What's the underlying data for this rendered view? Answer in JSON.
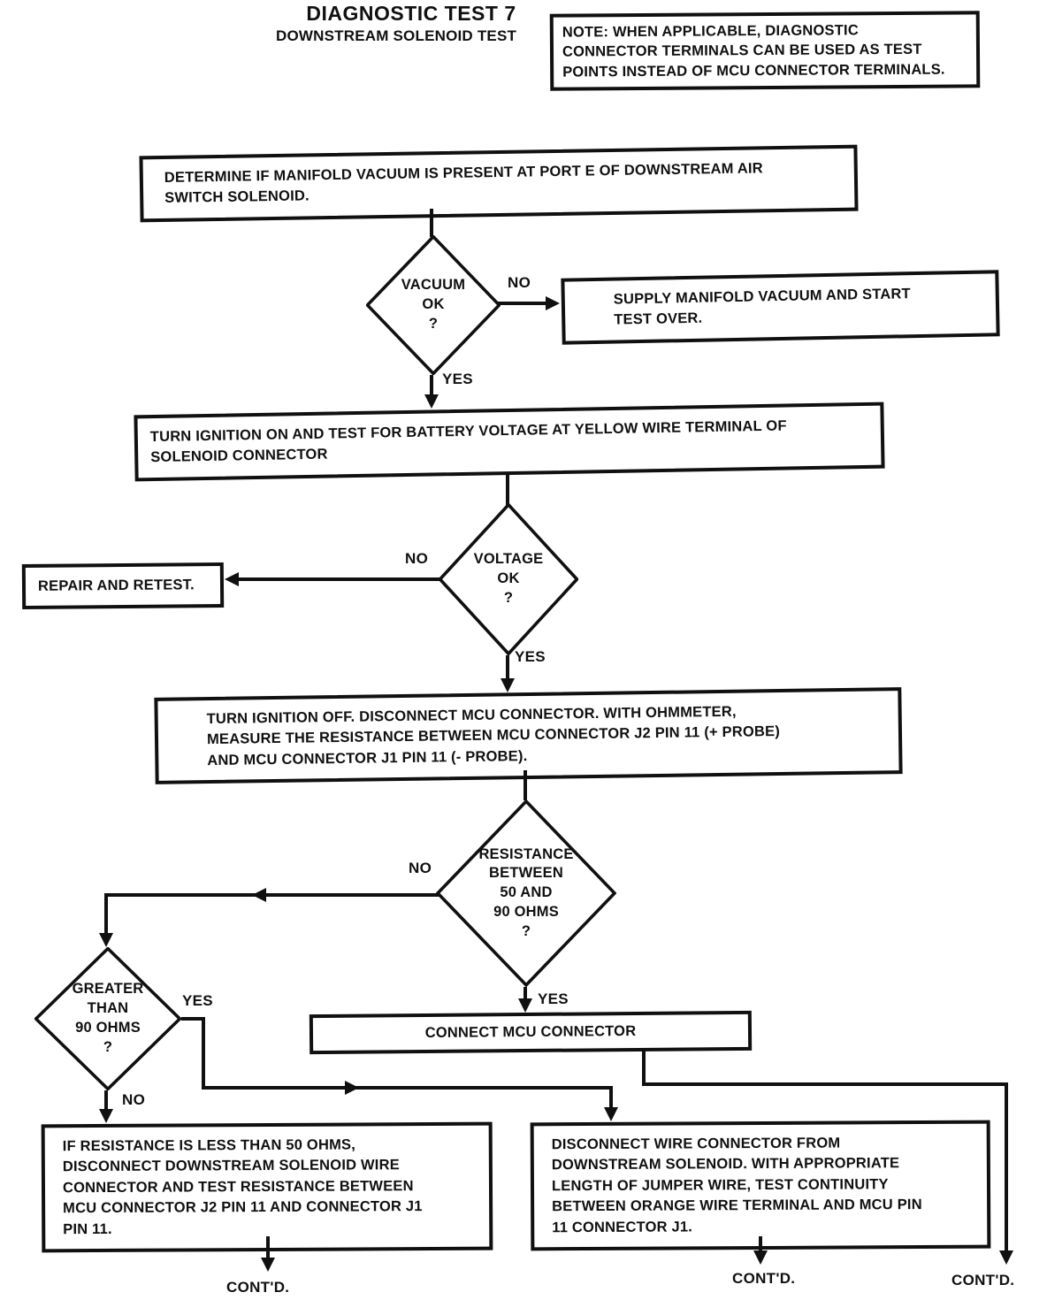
{
  "page": {
    "title": "DIAGNOSTIC TEST 7",
    "subtitle": "DOWNSTREAM SOLENOID TEST",
    "note": "NOTE: WHEN APPLICABLE, DIAGNOSTIC\nCONNECTOR TERMINALS CAN BE USED AS TEST\nPOINTS INSTEAD OF MCU CONNECTOR TERMINALS."
  },
  "boxes": {
    "determine_vacuum": "DETERMINE IF MANIFOLD VACUUM IS PRESENT AT PORT E OF DOWNSTREAM AIR\nSWITCH SOLENOID.",
    "supply_vacuum": "SUPPLY MANIFOLD VACUUM AND START\nTEST OVER.",
    "ignition_on_test": "TURN IGNITION ON AND TEST FOR BATTERY VOLTAGE AT YELLOW WIRE TERMINAL OF\nSOLENOID CONNECTOR",
    "repair_retest": "REPAIR AND RETEST.",
    "ignition_off_measure": "TURN IGNITION OFF. DISCONNECT MCU CONNECTOR. WITH OHMMETER,\nMEASURE THE RESISTANCE BETWEEN MCU CONNECTOR J2 PIN 11 (+ PROBE)\nAND MCU CONNECTOR J1 PIN 11 (- PROBE).",
    "connect_mcu": "CONNECT MCU CONNECTOR",
    "less_than_50": "IF RESISTANCE IS LESS THAN 50 OHMS,\nDISCONNECT DOWNSTREAM SOLENOID WIRE\nCONNECTOR AND TEST RESISTANCE BETWEEN\nMCU CONNECTOR J2 PIN 11 AND CONNECTOR J1\nPIN 11.",
    "disconnect_wire": "DISCONNECT WIRE CONNECTOR FROM\nDOWNSTREAM SOLENOID. WITH APPROPRIATE\nLENGTH OF JUMPER WIRE, TEST CONTINUITY\nBETWEEN ORANGE WIRE TERMINAL AND MCU PIN\n11 CONNECTOR J1."
  },
  "decisions": {
    "vacuum_ok": "VACUUM\nOK\n?",
    "voltage_ok": "VOLTAGE\nOK\n?",
    "resistance_50_90": "RESISTANCE\nBETWEEN\n50 AND\n90 OHMS\n?",
    "greater_90": "GREATER\nTHAN\n90 OHMS\n?"
  },
  "edge_labels": {
    "vacuum_no": "NO",
    "vacuum_yes": "YES",
    "voltage_no": "NO",
    "voltage_yes": "YES",
    "resistance_no": "NO",
    "resistance_yes": "YES",
    "greater_yes": "YES",
    "greater_no": "NO"
  },
  "continuations": {
    "left": "CONT'D.",
    "middle": "CONT'D.",
    "right": "CONT'D."
  },
  "colors": {
    "ink": "#101010",
    "paper": "#ffffff"
  }
}
